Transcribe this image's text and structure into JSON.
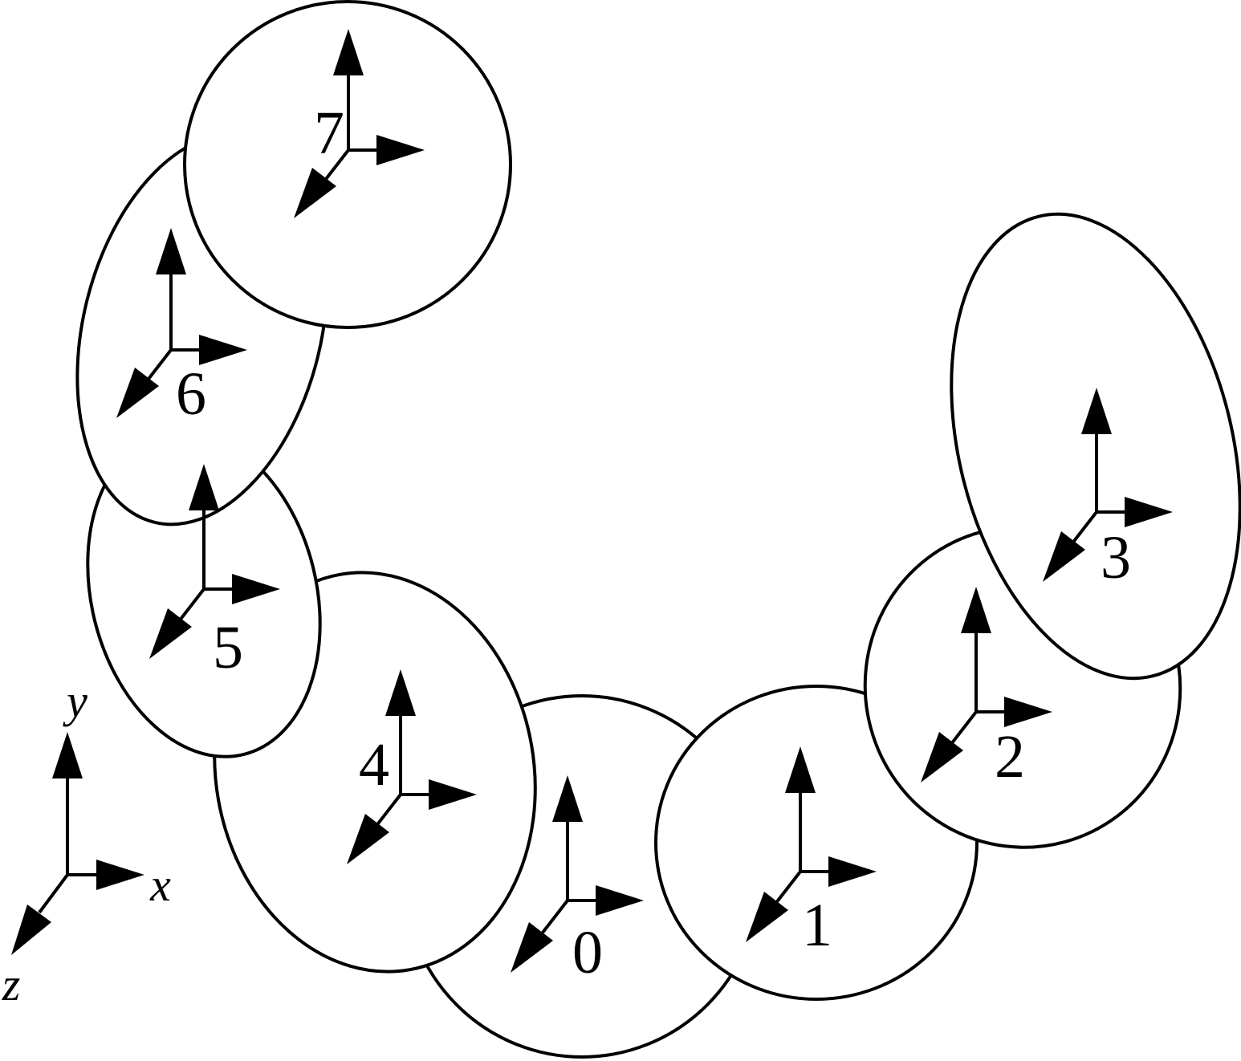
{
  "diagram": {
    "segments": [
      {
        "label": "0"
      },
      {
        "label": "1"
      },
      {
        "label": "2"
      },
      {
        "label": "3"
      },
      {
        "label": "4"
      },
      {
        "label": "5"
      },
      {
        "label": "6"
      },
      {
        "label": "7"
      }
    ],
    "global_axes": {
      "x_label": "x",
      "y_label": "y",
      "z_label": "z"
    }
  },
  "colors": {
    "stroke": "#000000",
    "fill": "#ffffff"
  }
}
